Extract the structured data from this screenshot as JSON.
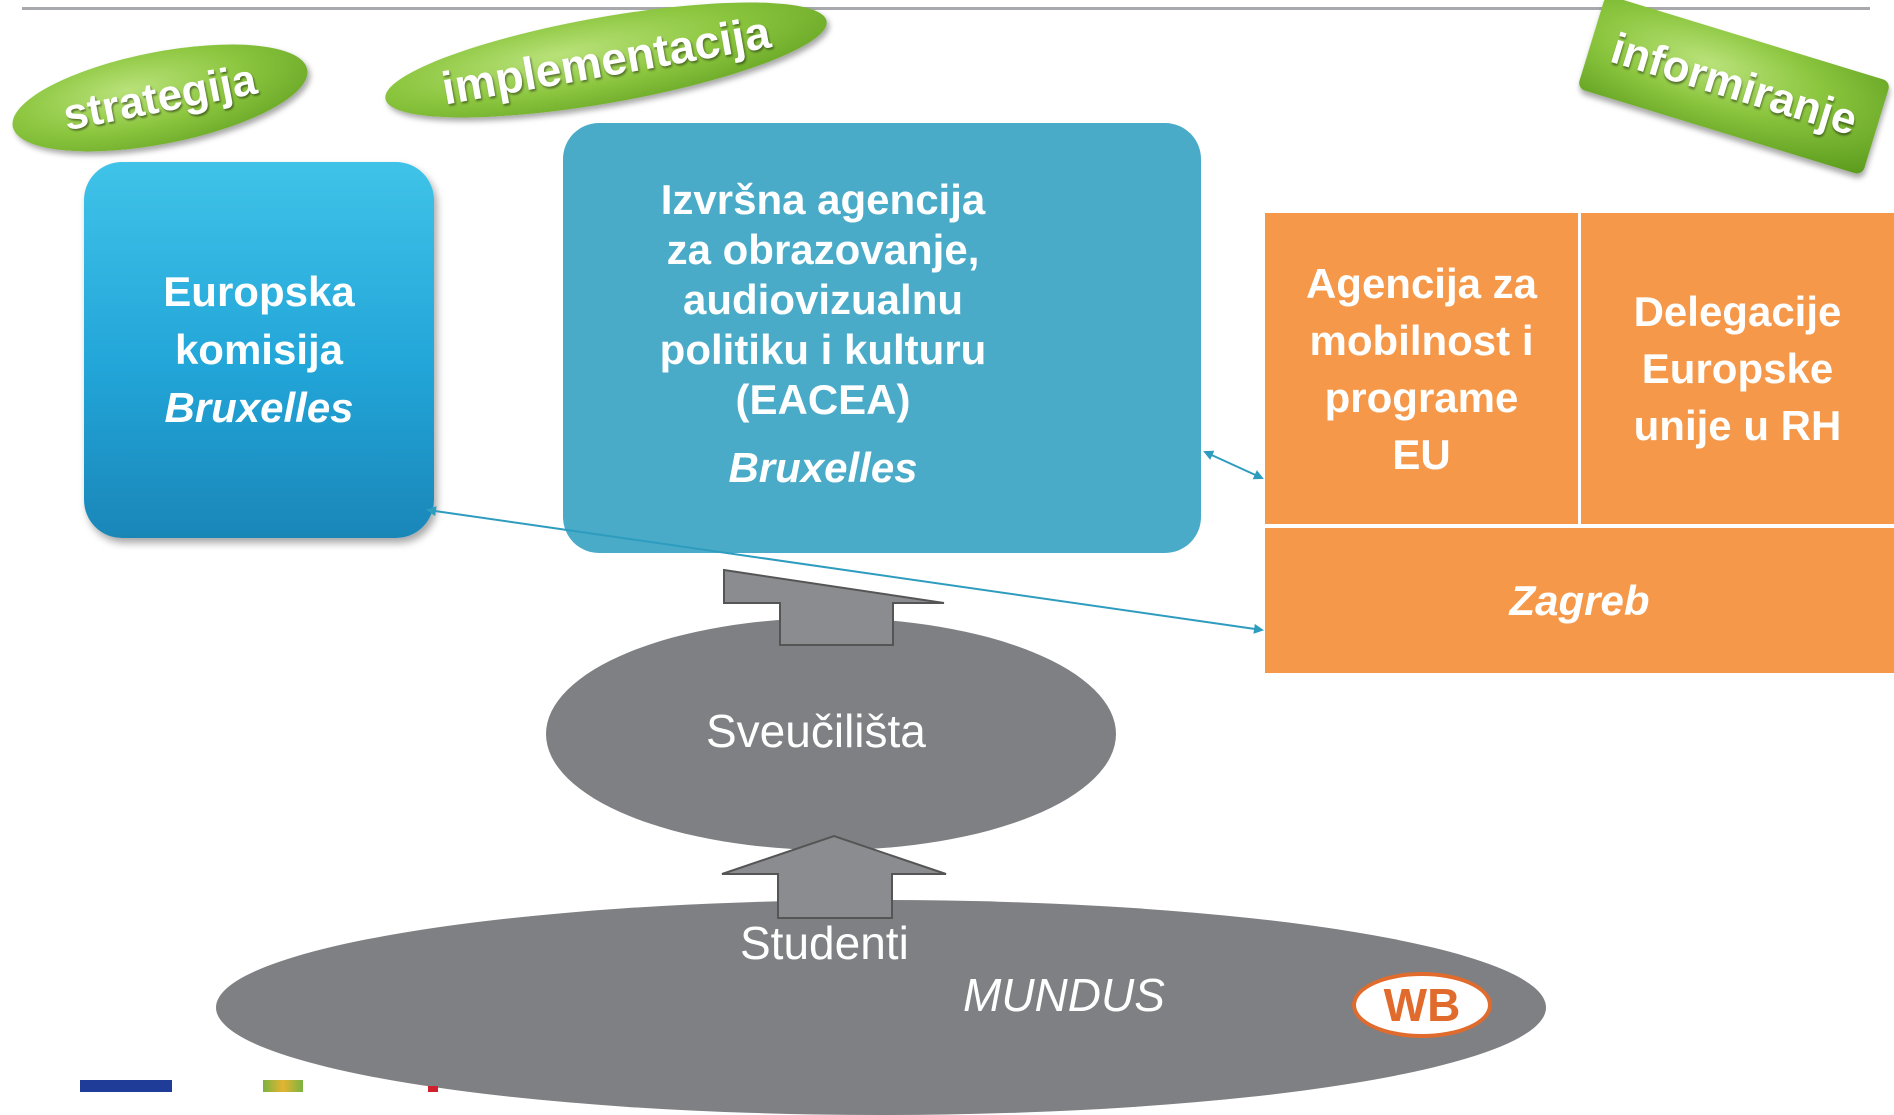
{
  "labels": {
    "strategija": "strategija",
    "implementacija": "implementacija",
    "informiranje": "informiranje"
  },
  "europska_komisija": {
    "lines": [
      "Europska",
      "komisija"
    ],
    "city": "Bruxelles"
  },
  "eacea": {
    "lines": [
      "Izvršna agencija",
      "za obrazovanje,",
      "audiovizualnu",
      "politiku i kulturu",
      "(EACEA)"
    ],
    "city": "Bruxelles"
  },
  "agencija": {
    "lines": [
      "Agencija za",
      "mobilnost i",
      "programe",
      "EU"
    ]
  },
  "delegacije": {
    "lines": [
      "Delegacije",
      "Europske",
      "unije u RH"
    ]
  },
  "zagreb": "Zagreb",
  "sveucilista": "Sveučilišta",
  "studenti": "Studenti",
  "mundus": "MUNDUS",
  "wb": "WB",
  "colors": {
    "green_pill": "#8cc63f",
    "blue_box": "#22a5d8",
    "eacea_box": "#49abc8",
    "orange": "#f5984a",
    "gray": "#7f8083",
    "wb_orange": "#e06b2c"
  }
}
